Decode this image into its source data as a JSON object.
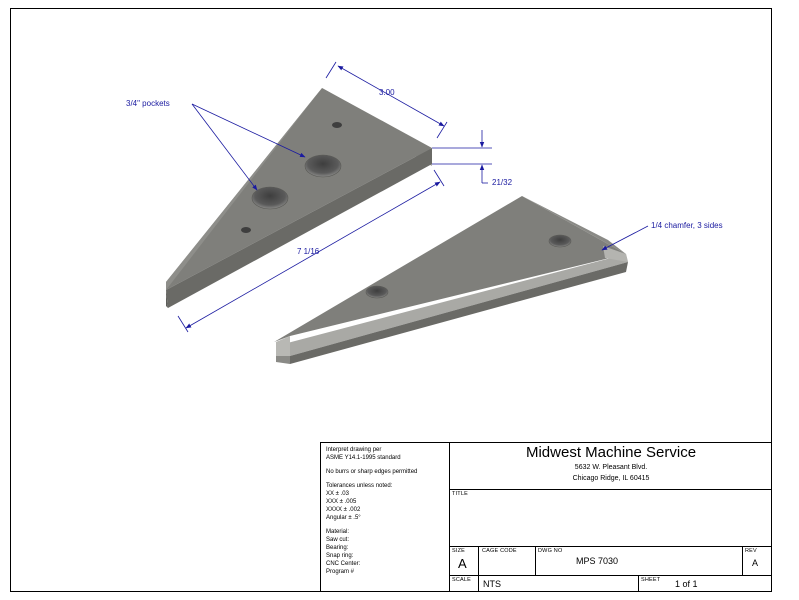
{
  "annotations": {
    "pockets": "3/4\" pockets",
    "dim_width": "3.00",
    "dim_thickness": "21/32",
    "dim_length": "7 1/16",
    "chamfer": "1/4 chamfer, 3 sides"
  },
  "notes": {
    "interpret": [
      "Interpret drawing per",
      "ASME Y14.1-1995 standard"
    ],
    "burrs": "No burrs or sharp edges permitted",
    "tolerances": [
      "Tolerances unless noted:",
      "XX ± .03",
      "XXX ± .005",
      "XXXX ± .002",
      "Angular ± .5°"
    ],
    "fields": [
      "Material:",
      "Saw cut:",
      "Bearing:",
      "Snap ring:",
      "CNC Center:",
      "Program #"
    ]
  },
  "title_block": {
    "company": "Midwest Machine Service",
    "address1": "5632 W. Pleasant Blvd.",
    "address2": "Chicago Ridge, IL 60415",
    "title_label": "TITLE",
    "size_label": "SIZE",
    "size": "A",
    "cage_label": "CAGE CODE",
    "dwg_label": "DWG NO",
    "dwg_no": "MPS 7030",
    "rev_label": "REV",
    "rev": "A",
    "scale_label": "SCALE",
    "scale": "NTS",
    "sheet_label": "SHEET",
    "sheet": "1 of 1"
  }
}
